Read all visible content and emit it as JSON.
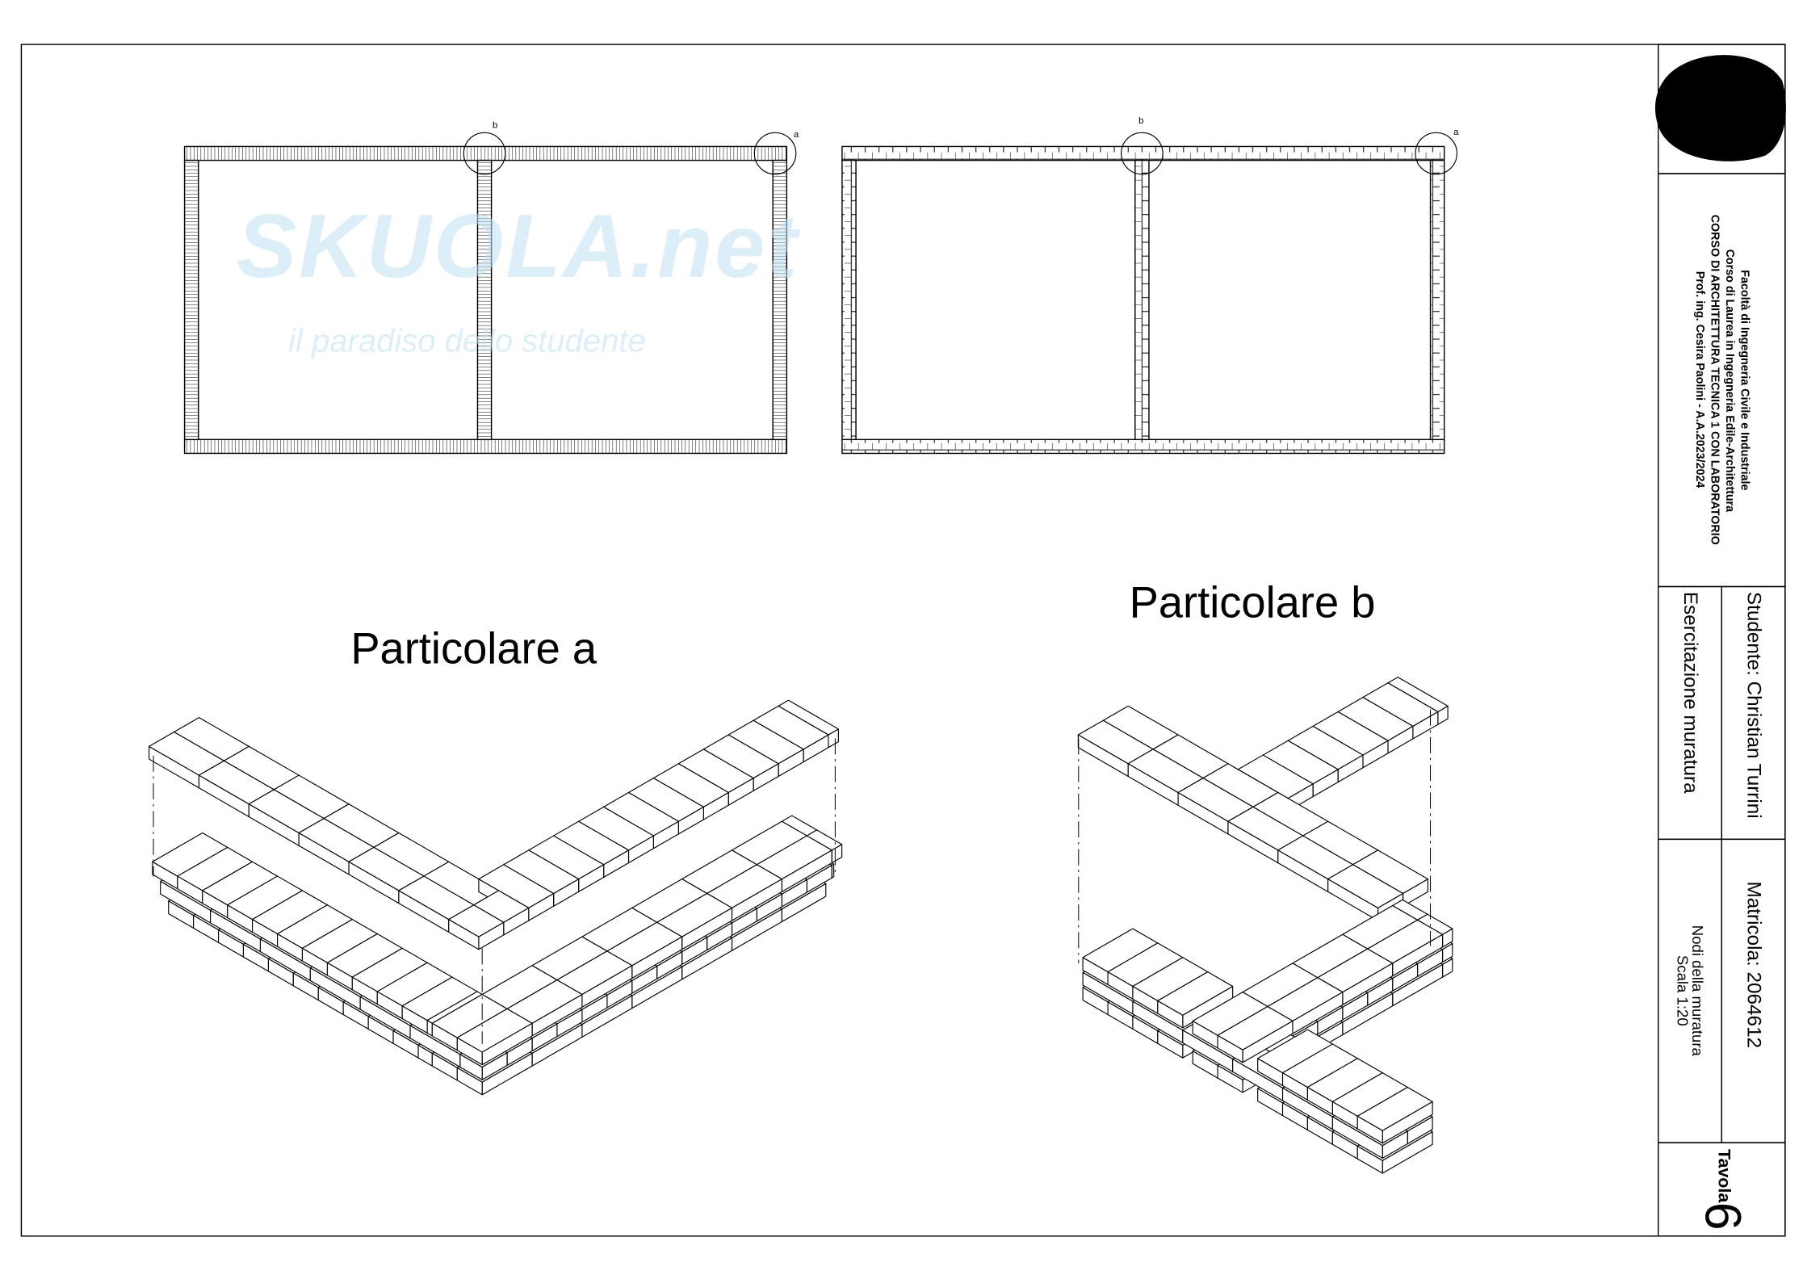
{
  "sheet": {
    "title_block": {
      "header_lines": [
        "Facoltà di Ingegneria Civile e Industriale",
        "Corso di Laurea in Ingegneria Edile-Architettura",
        "CORSO DI ARCHITETTURA TECNICA 1 CON LABORATORIO",
        "Prof. ing. Cesira Paolini - A.A.2023/2024"
      ],
      "student": "Studente: Christian Turrini",
      "exercise": "Esercitazione muratura",
      "matricola": "Matricola: 2064612",
      "subject": "Nodi della muratura",
      "scale": "Scala 1:20",
      "tavola_label": "Tavola",
      "tavola_number": "6"
    },
    "plans": {
      "plan_a": {
        "node_b_label": "b",
        "node_a_label": "a"
      },
      "plan_b": {
        "node_b_label": "b",
        "node_a_label": "a"
      }
    },
    "details": {
      "detail_a_title": "Particolare a",
      "detail_b_title": "Particolare b"
    },
    "watermark": {
      "brand": "SKUOLA.net",
      "tagline": "il paradiso dello studente",
      "color": "#bfe0f0"
    },
    "redaction_color": "#000000"
  }
}
